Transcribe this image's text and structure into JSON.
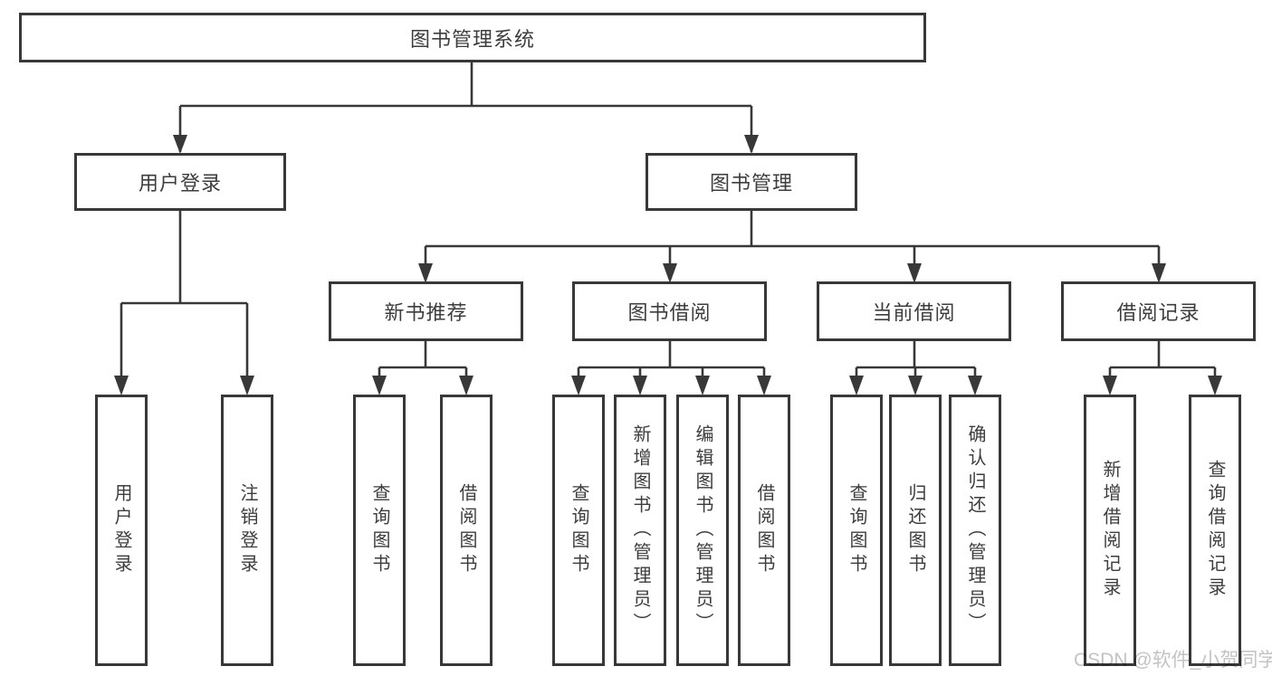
{
  "colors": {
    "line": "#383838",
    "text": "#3d3d3d",
    "background": "#ffffff",
    "watermark": "#c3c3c3"
  },
  "watermark": {
    "text": "CSDN @软件_小贺同学"
  },
  "tree": {
    "root": {
      "label": "图书管理系统",
      "children": [
        {
          "label": "用户登录",
          "children": [
            {
              "label": "用户登录"
            },
            {
              "label": "注销登录"
            }
          ]
        },
        {
          "label": "图书管理",
          "children": [
            {
              "label": "新书推荐",
              "children": [
                {
                  "label": "查询图书"
                },
                {
                  "label": "借阅图书"
                }
              ]
            },
            {
              "label": "图书借阅",
              "children": [
                {
                  "label": "查询图书"
                },
                {
                  "label": "新增图书（管理员）"
                },
                {
                  "label": "编辑图书（管理员）"
                },
                {
                  "label": "借阅图书"
                }
              ]
            },
            {
              "label": "当前借阅",
              "children": [
                {
                  "label": "查询图书"
                },
                {
                  "label": "归还图书"
                },
                {
                  "label": "确认归还（管理员）"
                }
              ]
            },
            {
              "label": "借阅记录",
              "children": [
                {
                  "label": "新增借阅记录"
                },
                {
                  "label": "查询借阅记录"
                }
              ]
            }
          ]
        }
      ]
    }
  }
}
